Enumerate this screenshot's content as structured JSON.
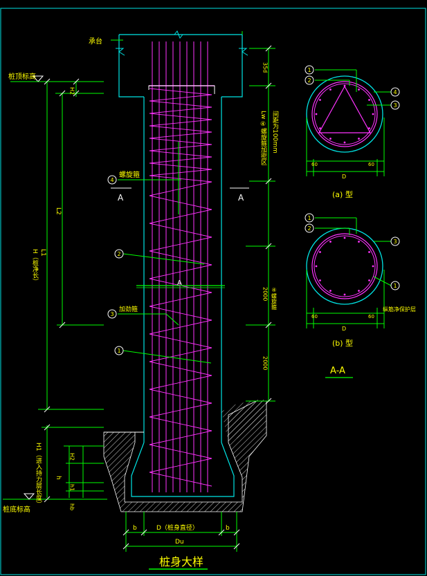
{
  "drawing": {
    "title": "桩身大样",
    "section_caption": "A-A",
    "type_a_caption": "(a) 型",
    "type_b_caption": "(b) 型",
    "section_marker": "A",
    "labels": {
      "cap": "承台",
      "top_elev": "桩顶标高",
      "bottom_elev": "桩底标高",
      "spiral": "螺旋箍",
      "ring": "加劲箍",
      "h_total": "H（桩净长）",
      "h_bell": "H1（进入持力层长度）",
      "l1": "L1",
      "l2": "L2",
      "h2": "H2",
      "h": "h",
      "h1": "h1",
      "hb": "hb",
      "lw_note": "Lw ④螺旋箍加密区",
      "pitch_note": "间距为100mm",
      "dim_35d": "35d",
      "dim_2000a": "2000",
      "dim_2000b": "2000",
      "dim_spiral2": "④螺旋箍",
      "dim_b_left": "b",
      "dim_b_right": "b",
      "dim_d": "D（桩身直径）",
      "dim_du": "Du",
      "sec_d_a": "D",
      "sec_d_b": "D",
      "sec_60_a1": "60",
      "sec_60_a2": "60",
      "sec_60_b1": "60",
      "sec_60_b2": "60",
      "sec_note_b": "纵筋净保护层"
    },
    "callouts": {
      "main_1": "1",
      "main_2": "2",
      "main_3": "3",
      "main_4": "4",
      "a_1": "1",
      "a_2": "2",
      "a_3": "3",
      "a_4": "4",
      "b_1": "1",
      "b_2": "2",
      "b_3": "3",
      "b_4": "1"
    },
    "colors": {
      "background": "#000000",
      "outline": "#00e5e5",
      "rebar": "#ff33ff",
      "dimension": "#00ff00",
      "text": "#ffff00",
      "leader": "#ffffff"
    }
  }
}
